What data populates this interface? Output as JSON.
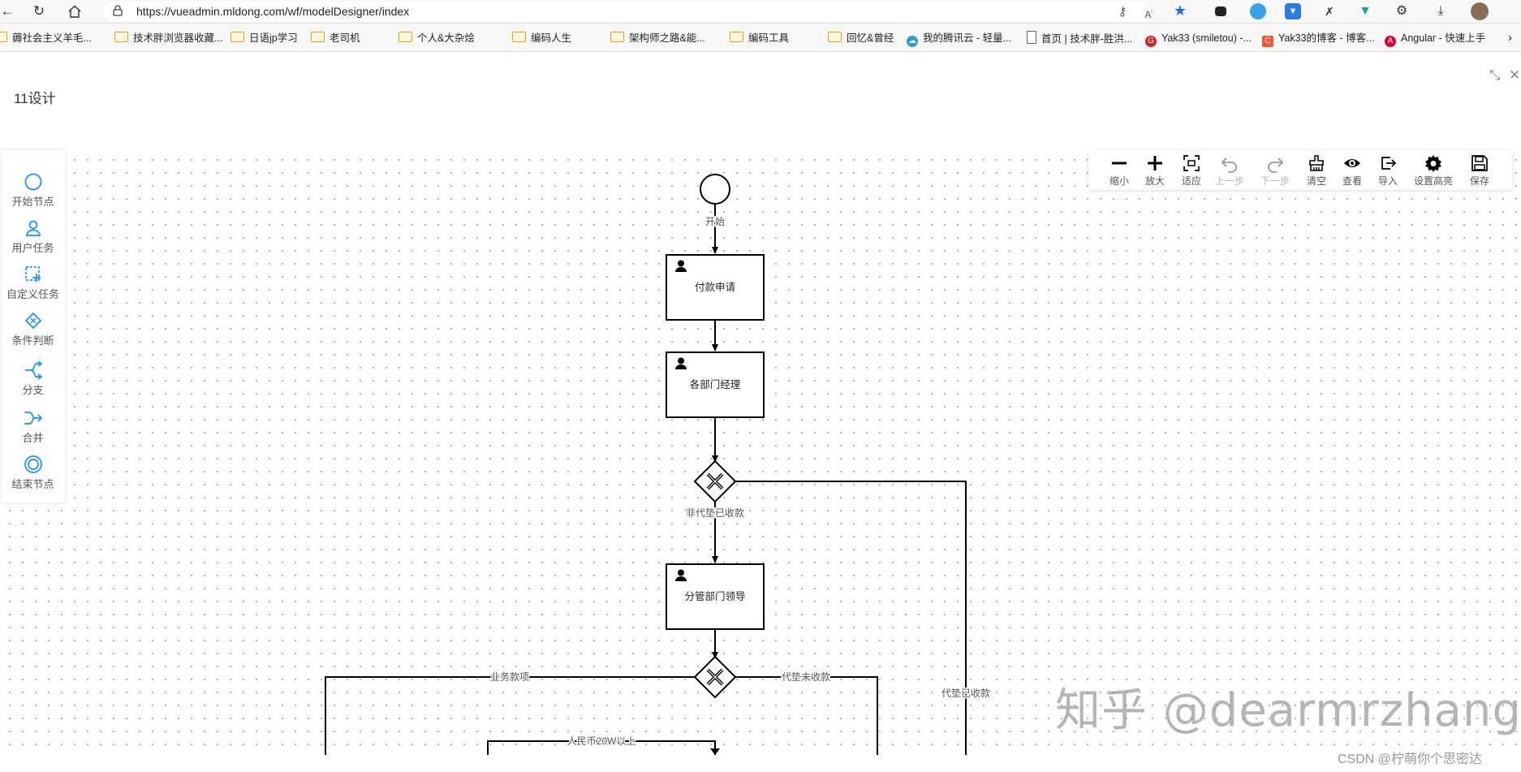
{
  "browser": {
    "url": "https://vueadmin.mldong.com/wf/modelDesigner/index",
    "bookmarks": [
      "薅社会主义羊毛...",
      "技术胖浏览器收藏...",
      "日语jp学习",
      "老司机",
      "个人&大杂烩",
      "编码人生",
      "架构师之路&能...",
      "编码工具",
      "回忆&曾经",
      "我的腾讯云 - 轻量...",
      "首页 | 技术胖-胜洪...",
      "Yak33 (smiletou) -...",
      "Yak33的博客 - 博客...",
      "Angular - 快速上手"
    ]
  },
  "page": {
    "title": "11设计"
  },
  "palette": [
    {
      "label": "开始节点",
      "icon": "circle-icon"
    },
    {
      "label": "用户任务",
      "icon": "user-icon"
    },
    {
      "label": "自定义任务",
      "icon": "dashed-box-plus-icon"
    },
    {
      "label": "条件判断",
      "icon": "diamond-icon"
    },
    {
      "label": "分支",
      "icon": "fork-icon"
    },
    {
      "label": "合并",
      "icon": "join-icon"
    },
    {
      "label": "结束节点",
      "icon": "end-circle-icon"
    }
  ],
  "toolbar": {
    "zoom_out": "缩小",
    "zoom_in": "放大",
    "fit": "适应",
    "undo": "上一步",
    "redo": "下一步",
    "clear": "清空",
    "view": "查看",
    "import": "导入",
    "highlight": "设置高亮",
    "save": "保存"
  },
  "diagram": {
    "start_label": "开始",
    "tasks": [
      "付款申请",
      "各部门经理",
      "分管部门领导"
    ],
    "edges": {
      "not_advanced_received": "非代垫已收款",
      "advanced_received": "代垫已收款",
      "business_item": "业务款项",
      "advanced_not_received": "代垫未收款",
      "rmb_over_20w": "人民币20W以上"
    }
  },
  "watermark": "知乎 @dearmrzhang",
  "footer_credit": "CSDN @柠萌你个思密达",
  "colors": {
    "accent": "#1890ff",
    "star": "#1a73e8"
  }
}
